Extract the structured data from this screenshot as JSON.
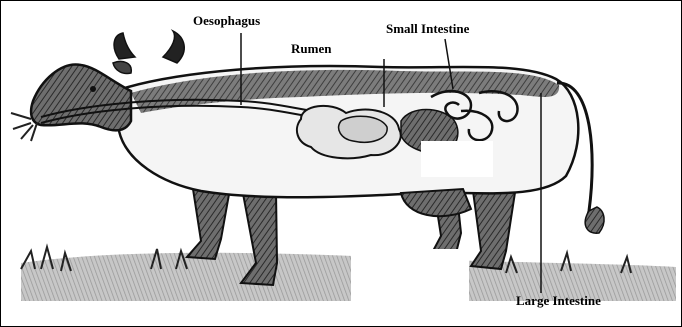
{
  "labels": {
    "oesophagus": "Oesophagus",
    "rumen": "Rumen",
    "small_intestine": "Small Intestine",
    "large_intestine": "Large Intestine"
  },
  "colors": {
    "ink": "#111111",
    "hide": "#5a5a5a",
    "paper": "#ffffff"
  }
}
